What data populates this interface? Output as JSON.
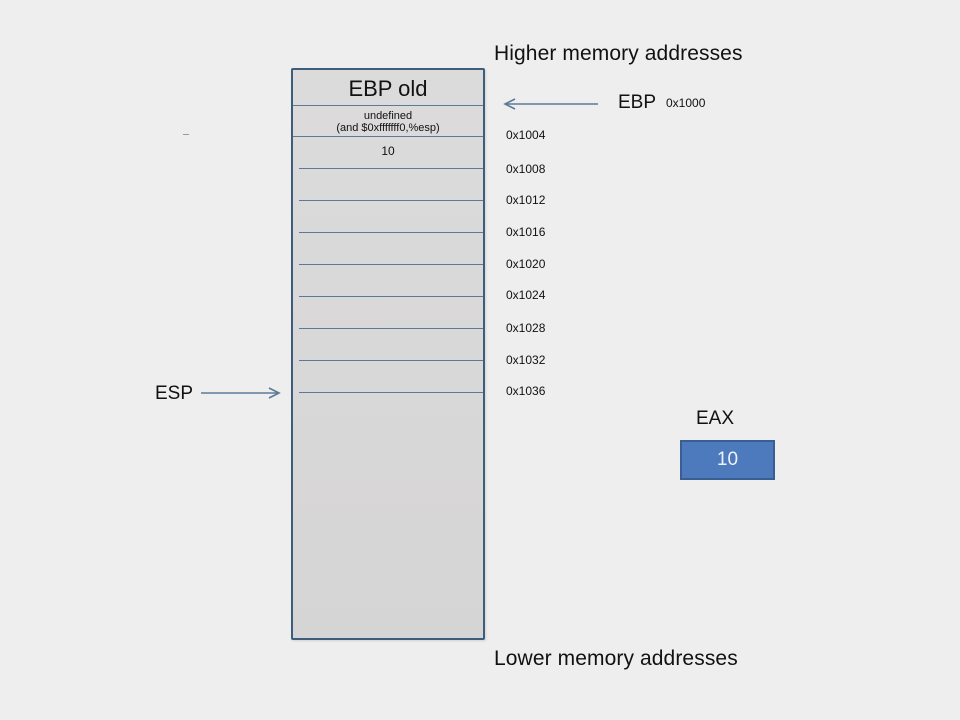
{
  "title": "Higher memory addresses",
  "footer": "Lower memory addresses",
  "stack": {
    "top_cell": "EBP old",
    "undefined_line1": "undefined",
    "undefined_line2": "(and    $0xfffffff0,%esp)",
    "value_cell": "10"
  },
  "registers": {
    "ebp_label": "EBP",
    "ebp_value": "0x1000",
    "esp_label": "ESP",
    "eax_label": "EAX",
    "eax_value": "10"
  },
  "addresses": [
    "0x1004",
    "0x1008",
    "0x1012",
    "0x1016",
    "0x1020",
    "0x1024",
    "0x1028",
    "0x1032",
    "0x1036"
  ],
  "colors": {
    "background": "#efeeee",
    "stack_border": "#3e5d7a",
    "stack_fill": "#d9d8d8",
    "arrow": "#5b7a97",
    "eax_box": "#4d79bd"
  }
}
